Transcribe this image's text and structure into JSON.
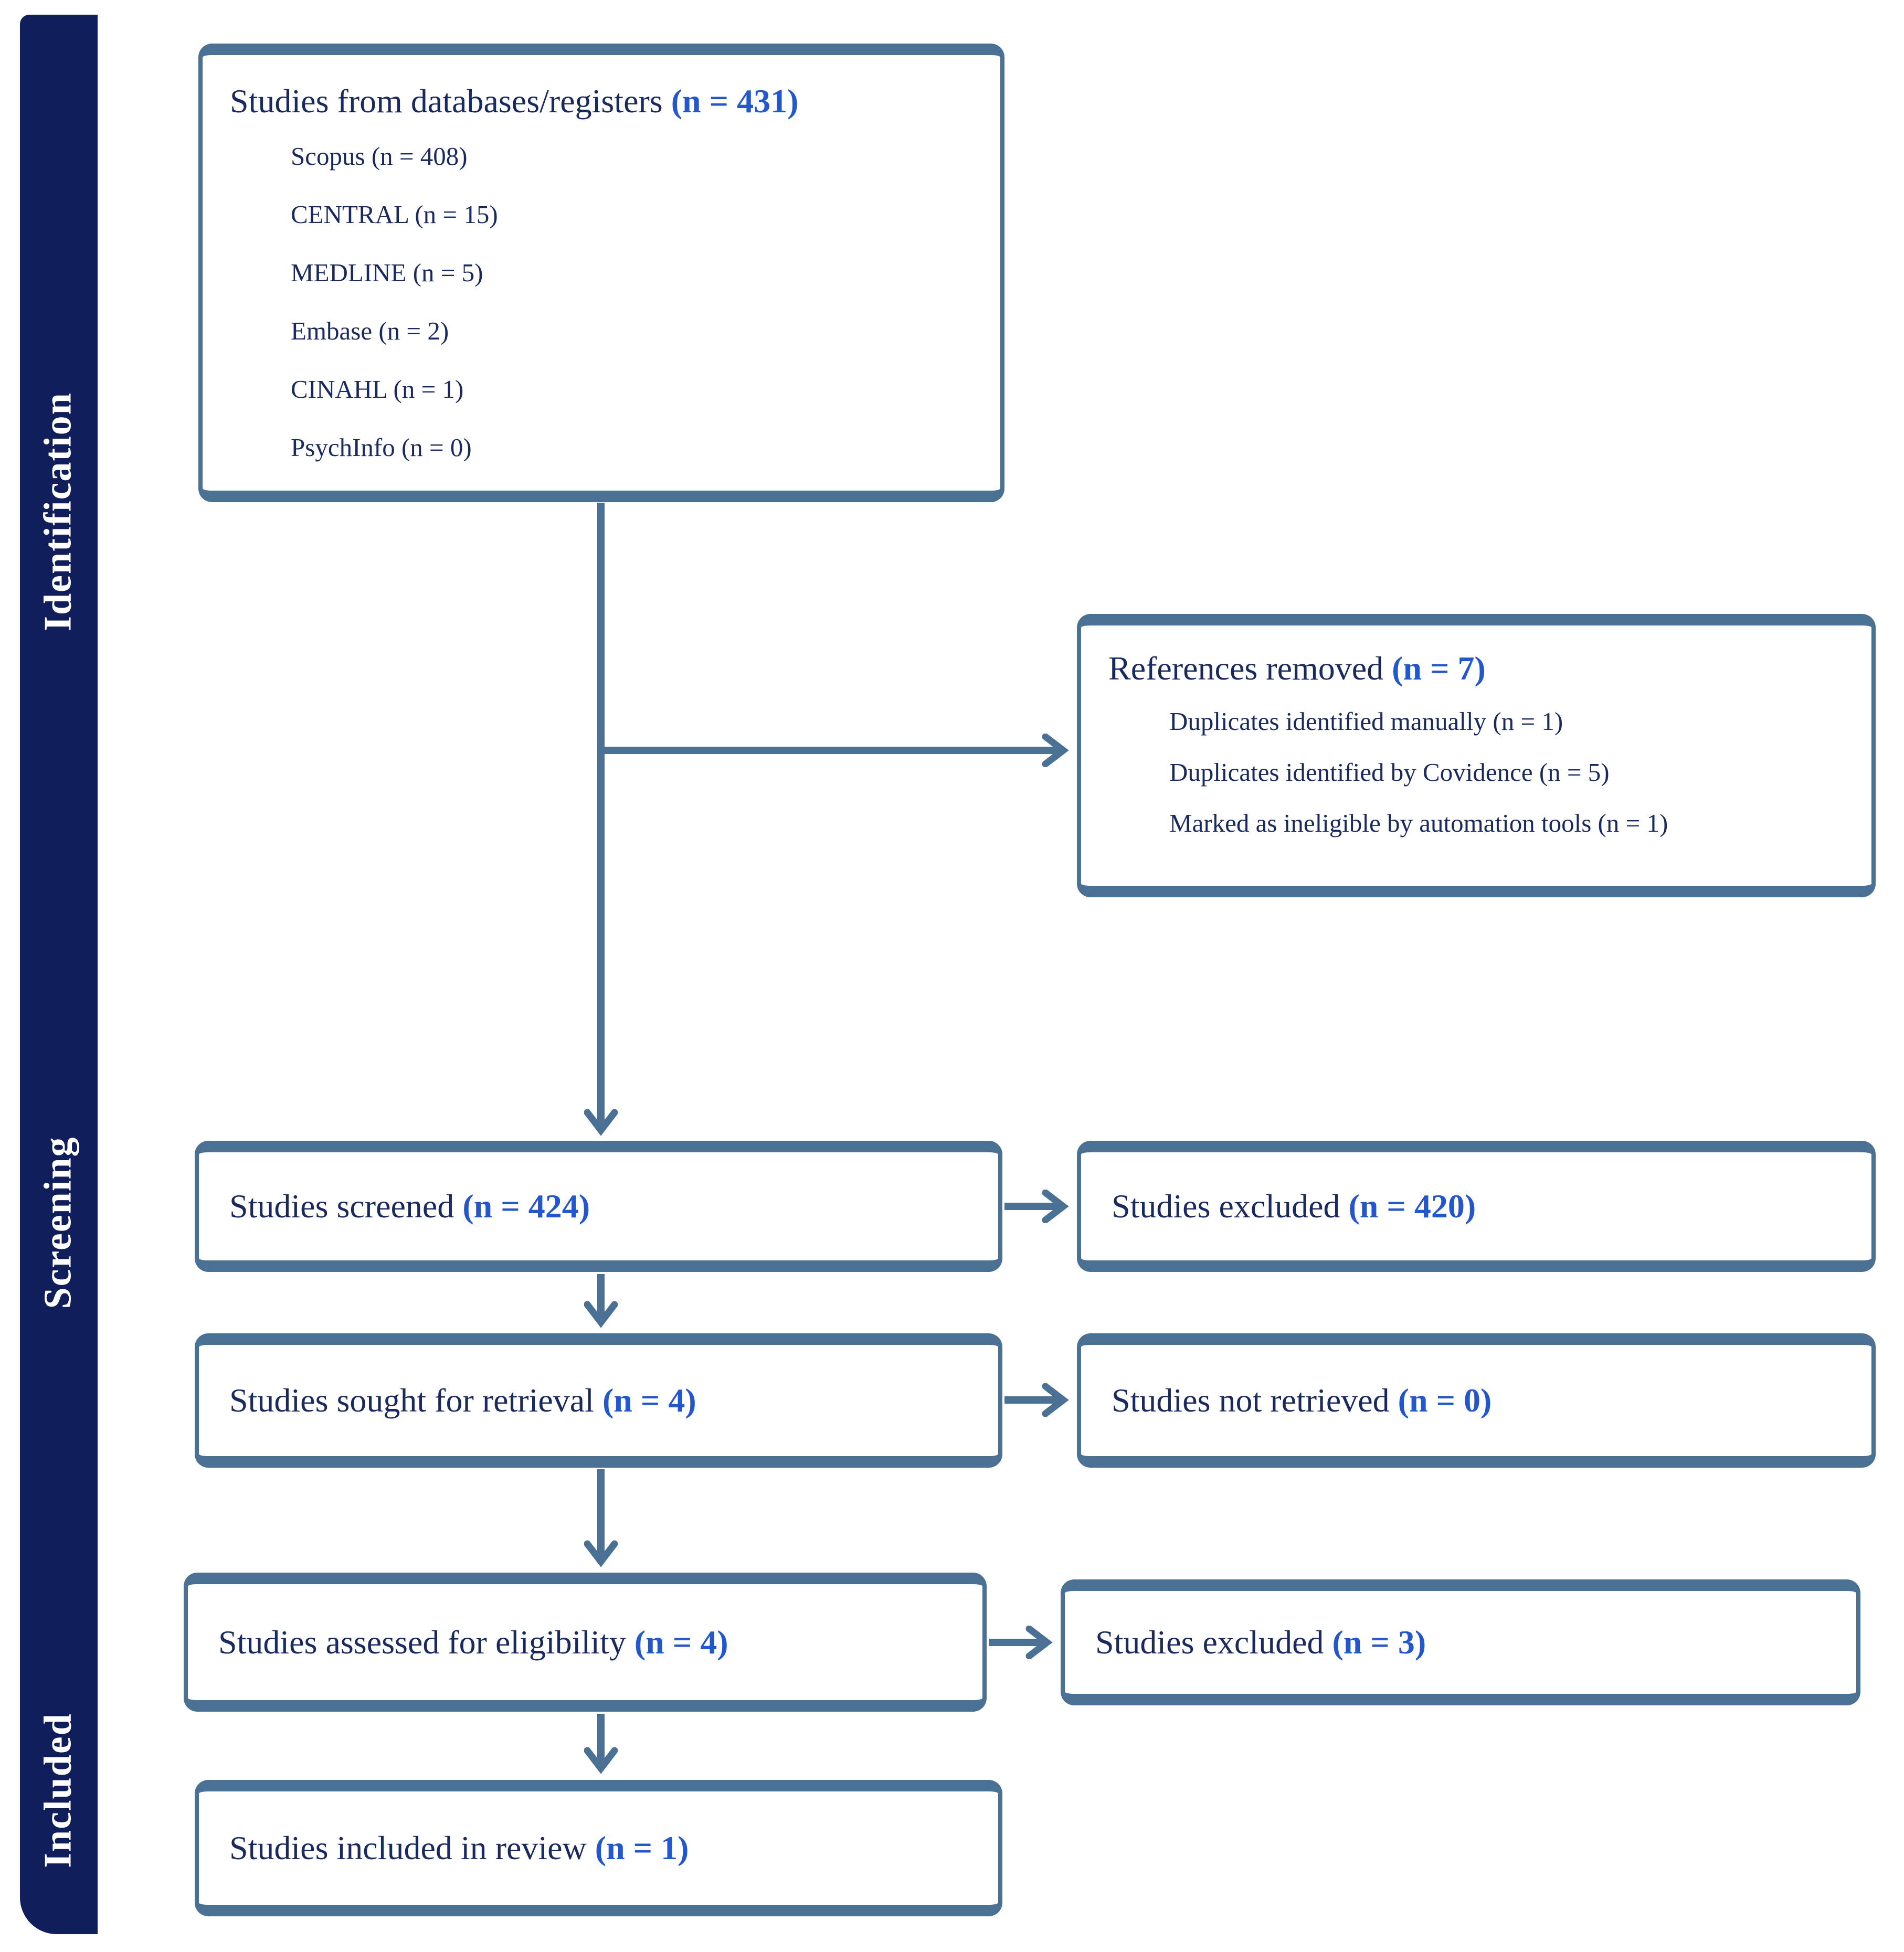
{
  "colors": {
    "accent": "#4a7093",
    "navy": "#101f5c",
    "blue": "#2357cb",
    "ink": "#1b2a5e"
  },
  "stages": {
    "identification": "Identification",
    "screening": "Screening",
    "included": "Included"
  },
  "boxes": {
    "databases": {
      "title": "Studies from databases/registers",
      "count": "(n = 431)",
      "items": [
        "Scopus (n = 408)",
        "CENTRAL (n = 15)",
        "MEDLINE (n = 5)",
        "Embase (n = 2)",
        "CINAHL (n = 1)",
        "PsychInfo (n = 0)"
      ]
    },
    "references_removed": {
      "title": "References removed",
      "count": "(n = 7)",
      "items": [
        "Duplicates identified manually (n = 1)",
        "Duplicates identified by Covidence (n = 5)",
        "Marked as ineligible by automation tools (n = 1)"
      ]
    },
    "screened": {
      "title": "Studies screened",
      "count": "(n = 424)"
    },
    "excluded_screening": {
      "title": "Studies excluded",
      "count": "(n = 420)"
    },
    "sought": {
      "title": "Studies sought for retrieval",
      "count": "(n = 4)"
    },
    "not_retrieved": {
      "title": "Studies not retrieved",
      "count": "(n = 0)"
    },
    "assessed": {
      "title": "Studies assessed for eligibility",
      "count": "(n = 4)"
    },
    "excluded_eligibility": {
      "title": "Studies excluded",
      "count": "(n = 3)"
    },
    "included": {
      "title": "Studies included in review",
      "count": "(n = 1)"
    }
  }
}
